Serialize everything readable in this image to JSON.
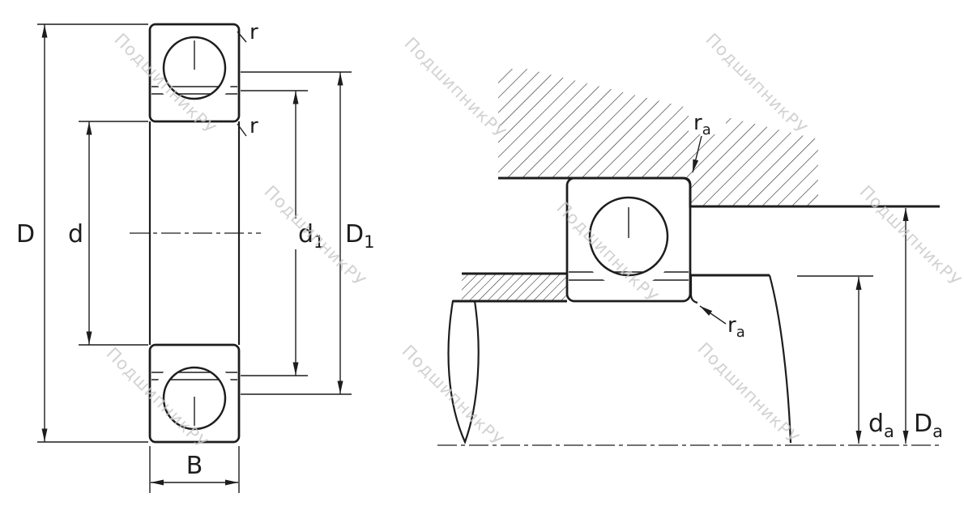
{
  "watermark": {
    "text": "ПодшипникРУ"
  },
  "left_view": {
    "dim_D": "D",
    "dim_d": "d",
    "dim_d1": {
      "base": "d",
      "sub": "1"
    },
    "dim_D1": {
      "base": "D",
      "sub": "1"
    },
    "dim_B": "B",
    "dim_r_top": "r",
    "dim_r_bottom": "r"
  },
  "right_view": {
    "dim_ra_top": {
      "base": "r",
      "sub": "a"
    },
    "dim_ra_bottom": {
      "base": "r",
      "sub": "a"
    },
    "dim_da": {
      "base": "d",
      "sub": "a"
    },
    "dim_Da": {
      "base": "D",
      "sub": "a"
    }
  },
  "colors": {
    "line": "#1d1d1d",
    "watermark": "#c8c8c8",
    "background": "#ffffff"
  }
}
